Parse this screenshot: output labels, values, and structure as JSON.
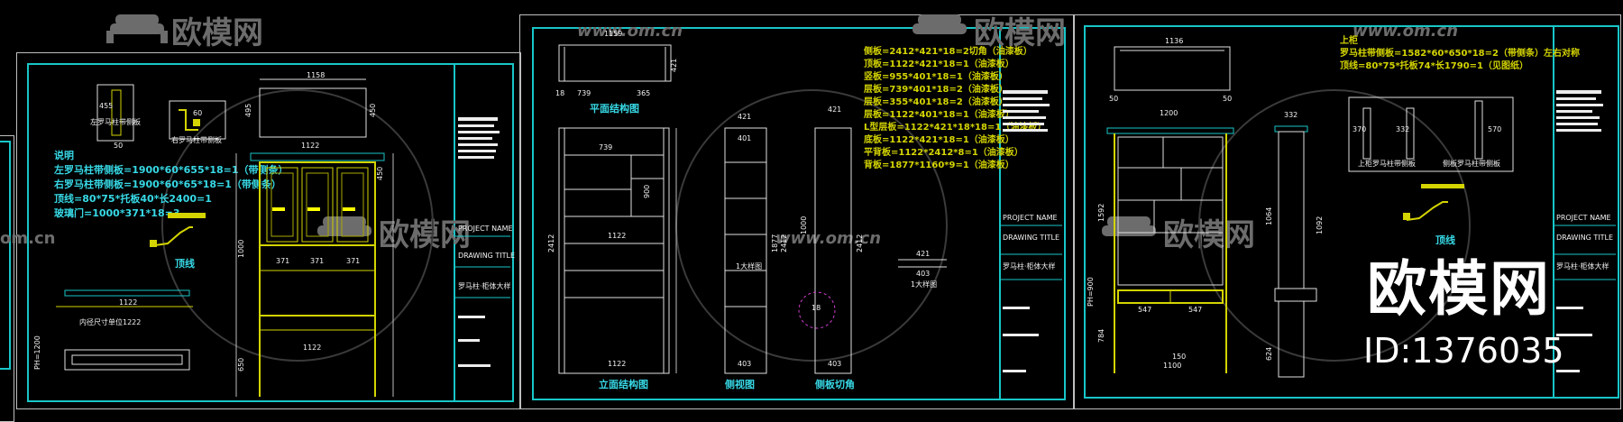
{
  "watermarks": {
    "brand_cn": "欧模网",
    "url": "www.om.cn",
    "url_short": "om.cn"
  },
  "big_brand": {
    "name": "欧模网",
    "id": "ID:1376035"
  },
  "sheet1": {
    "notes": [
      "说明",
      "左罗马柱带侧板=1900*60*655*18=1（带侧条）",
      "右罗马柱带侧板=1900*60*65*18=1（带侧条）",
      "顶线=80*75*托板40*长2400=1",
      "玻璃门=1000*371*18=3"
    ],
    "label_left_col": "左罗马柱带侧板",
    "label_right_col": "右罗马柱带侧板",
    "label_top": "顶线",
    "label_base": "内径尺寸单位1222",
    "dims": {
      "top_w": "1158",
      "inner_w": "1122",
      "cab_h": "1000",
      "door_w": "371",
      "leg": "650",
      "h_top": "495",
      "h_top2": "450",
      "lower": "1122",
      "base_h": "PH=1200",
      "col_w": "50",
      "col_h": "455",
      "small": "60"
    },
    "title_block": {
      "project": "PROJECT NAME",
      "drawing": "DRAWING TITLE",
      "sub": "罗马柱·柜体大样"
    }
  },
  "sheet2": {
    "notes": [
      "侧板=2412*421*18=2切角（油漆板）",
      "顶板=1122*421*18=1（油漆板）",
      "竖板=955*401*18=1（油漆板）",
      "层板=739*401*18=2（油漆板）",
      "层板=355*401*18=2（油漆板）",
      "层板=1122*401*18=1（油漆板）",
      "L型层板=1122*421*18*18=1（油漆板）",
      "底板=1122*421*18=1（油漆板）",
      "平背板=1122*2412*8=1（油漆板）",
      "背板=1877*1160*9=1（油漆板）"
    ],
    "captions": {
      "plan": "平面结构图",
      "front": "立面结构图",
      "side": "侧视图",
      "side_cut": "侧板切角",
      "detail": "1大样图"
    },
    "dims": {
      "plan_w": "1159",
      "plan_l": "739",
      "plan_r": "365",
      "plan_d": "421",
      "plan_s": "18",
      "front_h": "2412",
      "front_w": "1122",
      "front_mid": "900",
      "side_d": "421",
      "side_in": "401",
      "side_h": "1877",
      "side_h2": "2412",
      "side_h3": "1000",
      "side_w": "403",
      "detail_w": "421",
      "detail_in": "403",
      "small": "18"
    },
    "title_block": {
      "project": "PROJECT NAME",
      "drawing": "DRAWING TITLE",
      "sub": "罗马柱·柜体大样"
    }
  },
  "sheet3": {
    "notes": [
      "上柜",
      "罗马柱带侧板=1582*60*650*18=2（带侧条）左右对称",
      "顶线=80*75*托板74*长1790=1（见图纸）"
    ],
    "label_top": "顶线",
    "detail_caption_1": "上柜罗马柱带侧板",
    "detail_caption_2": "侧板罗马柱带侧板",
    "dims": {
      "top_w": "1136",
      "inner_w": "1200",
      "upper_h": "1592",
      "drawer": "547",
      "drawer2": "547",
      "side_d": "332",
      "side_h": "1064",
      "base_h": "PH=900",
      "leg": "784",
      "small": "50",
      "d1": "370",
      "d2": "332",
      "d3": "570",
      "side_in": "1092",
      "low": "624",
      "w150": "150",
      "w1100": "1100"
    },
    "title_block": {
      "project": "PROJECT NAME",
      "drawing": "DRAWING TITLE",
      "sub": "罗马柱·柜体大样"
    }
  }
}
